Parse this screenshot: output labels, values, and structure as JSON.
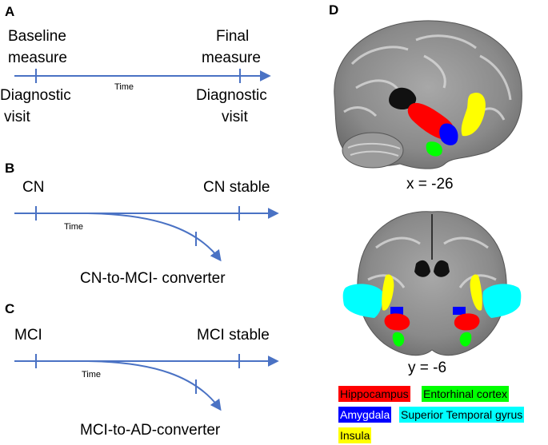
{
  "panels": {
    "A": {
      "letter": "A",
      "left_top_1": "Baseline",
      "left_top_2": "measure",
      "right_top_1": "Final",
      "right_top_2": "measure",
      "axis_label": "Time",
      "left_bottom_1": "Diagnostic",
      "left_bottom_2": "visit",
      "right_bottom_1": "Diagnostic",
      "right_bottom_2": "visit"
    },
    "B": {
      "letter": "B",
      "left_top": "CN",
      "right_top": "CN stable",
      "axis_label": "Time",
      "converter": "CN-to-MCI- converter"
    },
    "C": {
      "letter": "C",
      "left_top": "MCI",
      "right_top": "MCI stable",
      "axis_label": "Time",
      "converter": "MCI-to-AD-converter"
    },
    "D": {
      "letter": "D",
      "sagittal_label": "x = -26",
      "coronal_label": "y = -6"
    }
  },
  "legend": [
    {
      "label": "Hippocampus",
      "color": "#ff0000",
      "text_color": "#000000"
    },
    {
      "label": "Entorhinal cortex",
      "color": "#00ff00",
      "text_color": "#000000"
    },
    {
      "label": "Amygdala",
      "color": "#0000ff",
      "text_color": "#ffffff"
    },
    {
      "label": "Superior Temporal gyrus",
      "color": "#00ffff",
      "text_color": "#000000"
    },
    {
      "label": "Insula",
      "color": "#ffff00",
      "text_color": "#000000"
    }
  ],
  "colors": {
    "timeline": "#4a72c4",
    "brain_gray": "#8c8c8c"
  }
}
